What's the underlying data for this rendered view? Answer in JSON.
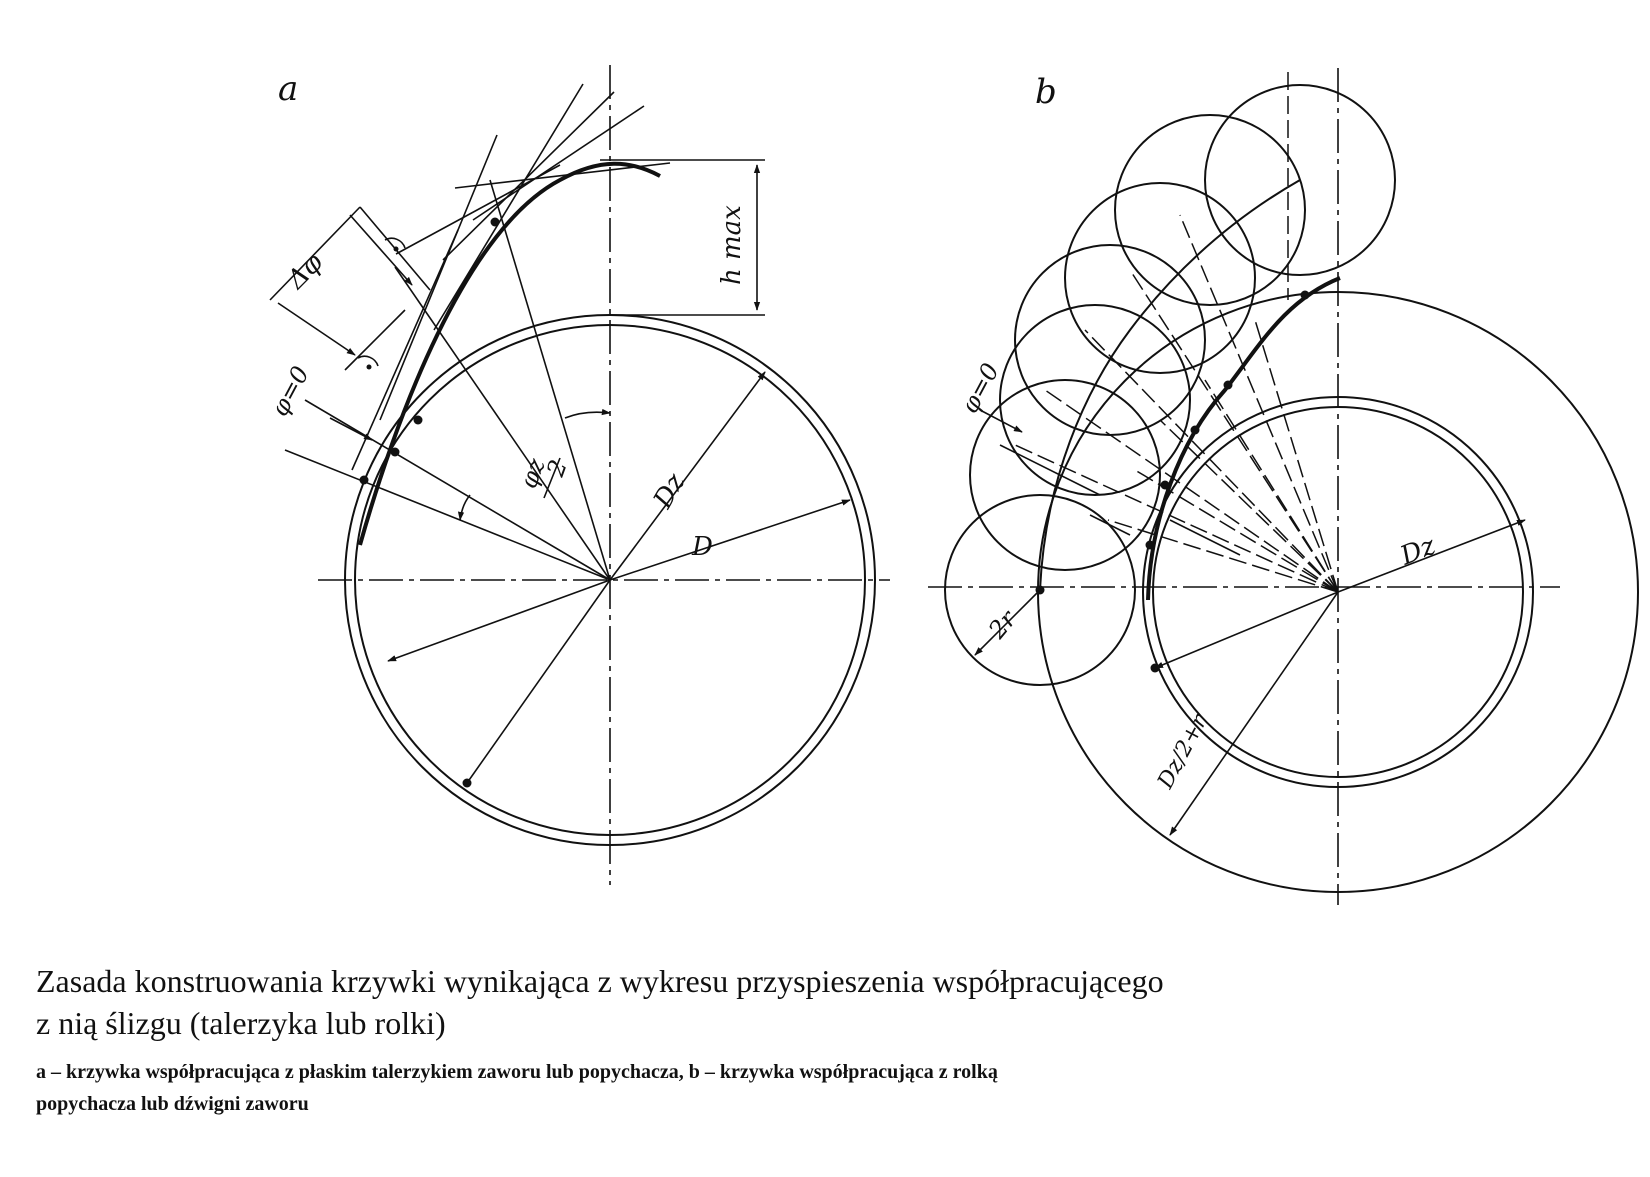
{
  "figure": {
    "panel_a": {
      "label": "a",
      "labels": {
        "d": "D",
        "dz": "Dz",
        "hmax": "h max",
        "dphi": "Δφ",
        "phi0": "φ=0",
        "phi_half_num": "φz",
        "phi_half_den": "2"
      }
    },
    "panel_b": {
      "label": "b",
      "labels": {
        "dz": "Dz",
        "two_r": "2r",
        "phi0": "φ=0",
        "dz_half_r": "Dz/2+r"
      }
    }
  },
  "caption": {
    "title_line1": "Zasada konstruowania krzywki wynikająca z wykresu przyspieszenia współpracującego",
    "title_line2": "z nią ślizgu (talerzyka lub rolki)",
    "subtitle_line1": "a – krzywka współpracująca z płaskim talerzykiem zaworu lub popychacza, b – krzywka współpracująca z rolką",
    "subtitle_line2": "popychacza lub dźwigni zaworu"
  }
}
